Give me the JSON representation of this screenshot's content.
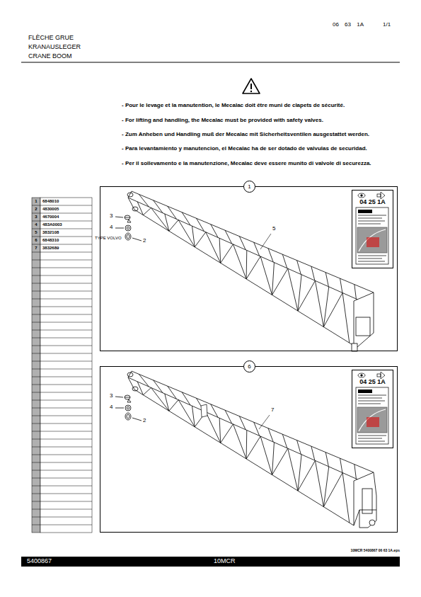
{
  "diagram": {
    "title": "FLÈCHE GRUE KRANAUSLEGER CRANE BOOM",
    "nodes": [
      {
        "text": [
          "1"
        ]
      },
      {
        "text": [
          "04 25 1A"
        ],
        "in": 0
      },
      {
        "text": [
          "6"
        ]
      },
      {
        "text": [
          "04 25 1A"
        ],
        "in": 2
      },
      {
        "text": [
          "5400867",
          "10MCR"
        ]
      }
    ],
    "labels": [
      "06 63 1A",
      "1/1",
      "- Pour le levage et la manutention, le Mecalac doit être muni de clapets de sécurité.",
      "- For lifting and handling, the Mecalac must be provided with safety valves.",
      "- Zum Anheben und Handling muß der Mecalac mit Sicherheitsventilen ausgestattet werden.",
      "- Para levantamiento y manutencion, el Mecalac ha de ser dotado de valvulas de securidad.",
      "- Per il sollevamento e la manutenzione, Mecalac deve essere munito di valvole di securezza.",
      "1",
      "6848010",
      "2",
      "4830005",
      "3",
      "4670004",
      "4",
      "483A0003",
      "5",
      "3832108",
      "6",
      "6848310",
      "7",
      "3832689",
      "TYPE VOLVO",
      "3",
      "4",
      "2",
      "5",
      "3",
      "4",
      "2",
      "7",
      "10MCR 5400867 06 63 1A.eps"
    ]
  }
}
